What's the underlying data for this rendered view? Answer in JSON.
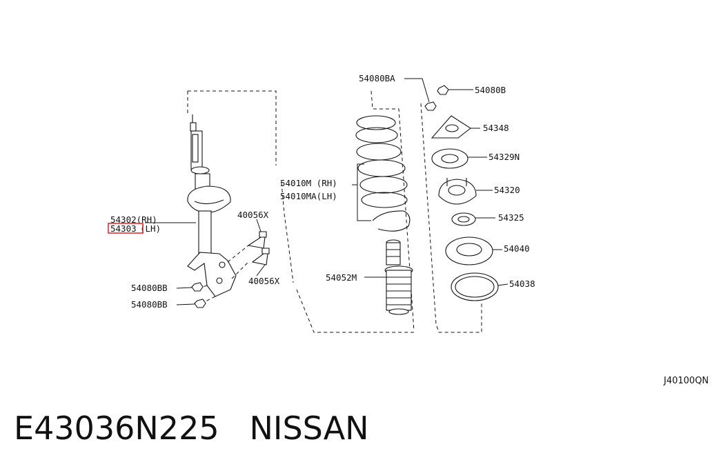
{
  "caption": {
    "part_number": "E43036N225",
    "brand": "NISSAN"
  },
  "diagram_ref": "J40100QN",
  "highlight_color": "#e02020",
  "callouts": {
    "strut_rh": "54302(RH)",
    "strut_lh_code": "54303",
    "strut_lh_suffix": "(LH)",
    "bolt_upper": "40056X",
    "bolt_lower": "40056X",
    "nut_1": "54080BB",
    "nut_2": "54080BB",
    "spring_rh": "54010M (RH)",
    "spring_lh": "54010MA(LH)",
    "bumper": "54052M",
    "mount_nut_a": "54080BA",
    "mount_nut_b": "54080B",
    "plate": "54348",
    "insulator": "54329N",
    "mount": "54320",
    "bearing": "54325",
    "seat": "54040",
    "rubber_seat": "54038"
  }
}
